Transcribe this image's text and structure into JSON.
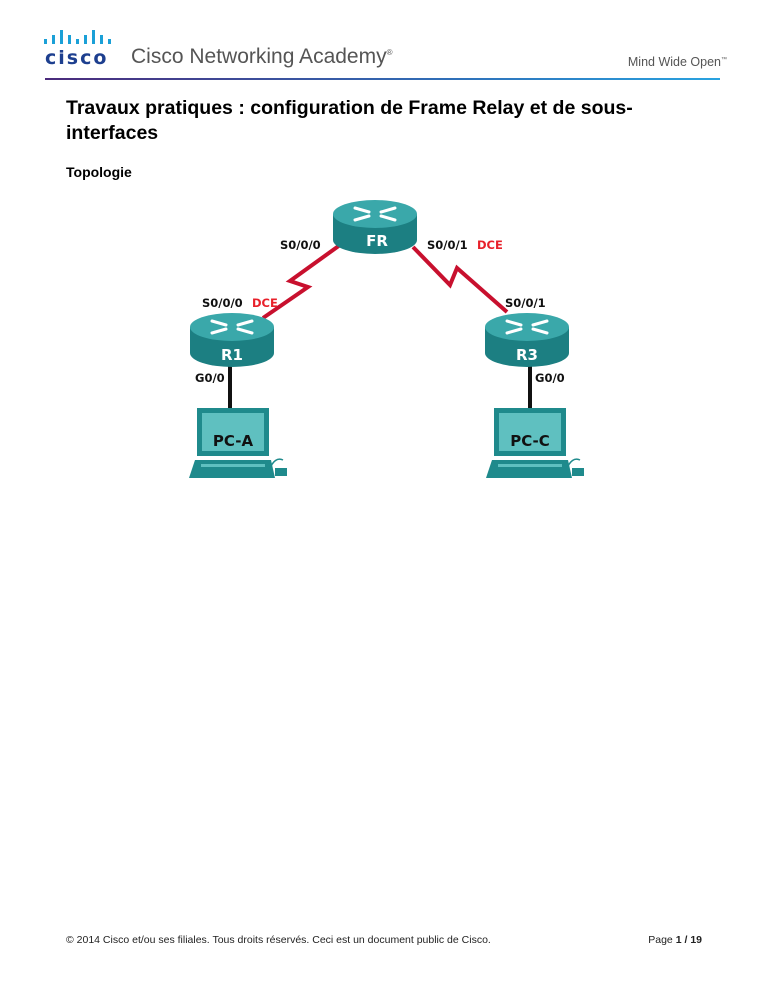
{
  "header": {
    "logo_text": "cisco",
    "academy": "Cisco Networking Academy",
    "academy_mark": "®",
    "tagline": "Mind Wide Open",
    "tagline_mark": "™"
  },
  "title": "Travaux pratiques : configuration de Frame Relay et de sous-interfaces",
  "section": "Topologie",
  "topology": {
    "devices": {
      "fr": "FR",
      "r1": "R1",
      "r3": "R3",
      "pca": "PC-A",
      "pcc": "PC-C"
    },
    "labels": {
      "fr_s000": "S0/0/0",
      "fr_s001": "S0/0/1",
      "fr_dce": "DCE",
      "r1_s000": "S0/0/0",
      "r1_dce": "DCE",
      "r3_s001": "S0/0/1",
      "r1_g00": "G0/0",
      "r3_g00": "G0/0"
    },
    "colors": {
      "serial": "#c8102e",
      "dce": "#e8202a",
      "device": "#1f8a8c"
    }
  },
  "footer": {
    "copyright": "© 2014 Cisco et/ou ses filiales. Tous droits réservés. Ceci est un document public de Cisco.",
    "page_label": "Page ",
    "page_current": "1",
    "page_sep": " / ",
    "page_total": "19"
  }
}
